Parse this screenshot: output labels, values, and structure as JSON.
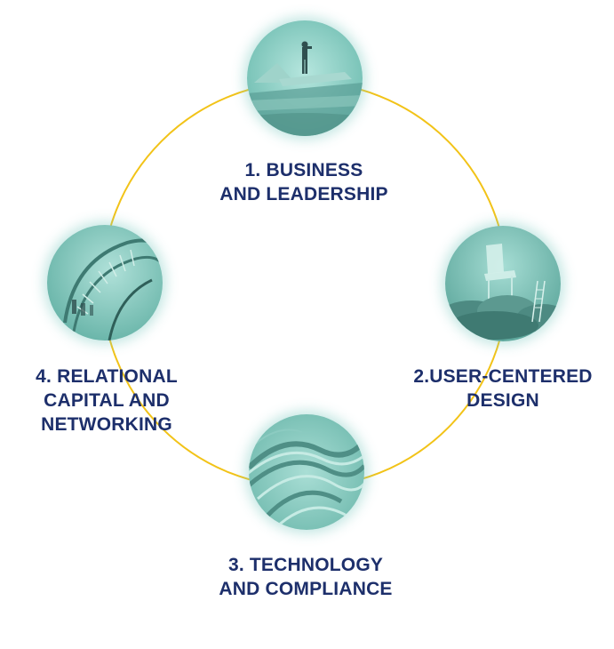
{
  "colors": {
    "ring": "#f2c318",
    "label": "#1d2f6b",
    "teal": "#7ec8bc",
    "teal_dark": "#4f9c92"
  },
  "nodes": [
    {
      "id": "business",
      "image": "person-with-binoculars-image",
      "label_lines": [
        "1. BUSINESS",
        "AND LEADERSHIP"
      ]
    },
    {
      "id": "design",
      "image": "chair-on-clouds-image",
      "label_lines": [
        "2.USER-CENTERED",
        "DESIGN"
      ]
    },
    {
      "id": "technology",
      "image": "curved-structure-image",
      "label_lines": [
        "3. TECHNOLOGY",
        "AND COMPLIANCE"
      ]
    },
    {
      "id": "networking",
      "image": "spiral-staircase-image",
      "label_lines": [
        "4. RELATIONAL",
        "CAPITAL AND",
        "NETWORKING"
      ]
    }
  ]
}
